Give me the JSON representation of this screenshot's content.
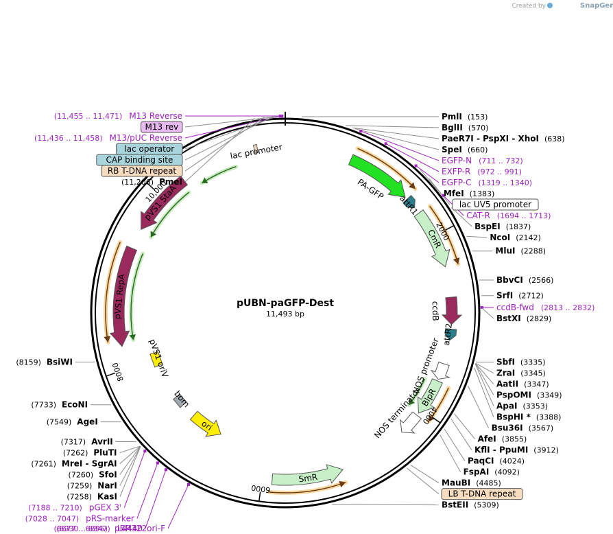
{
  "credit": {
    "prefix": "Created by",
    "brand": "SnapGene"
  },
  "plasmid": {
    "name": "pUBN-paGFP-Dest",
    "size": "11,493 bp"
  },
  "ticks": [
    {
      "label": "2000",
      "pos": 2000
    },
    {
      "label": "4000",
      "pos": 4000
    },
    {
      "label": "6000",
      "pos": 6000
    },
    {
      "label": "8000",
      "pos": 8000
    },
    {
      "label": "10,000",
      "pos": 10000
    }
  ],
  "sites": [
    {
      "name": "PmlI",
      "pos_text": "(153)",
      "pos": 153,
      "side": "right"
    },
    {
      "name": "BglII",
      "pos_text": "(570)",
      "pos": 570,
      "side": "right"
    },
    {
      "name": "PaeR7I",
      "extra": " - PspXI - XhoI",
      "pos_text": "(638)",
      "pos": 638,
      "side": "right"
    },
    {
      "name": "SpeI",
      "pos_text": "(660)",
      "pos": 660,
      "side": "right"
    },
    {
      "name": "MfeI",
      "pos_text": "(1383)",
      "pos": 1383,
      "side": "right"
    },
    {
      "name": "BspEI",
      "pos_text": "(1837)",
      "pos": 1837,
      "side": "right"
    },
    {
      "name": "NcoI",
      "pos_text": "(2142)",
      "pos": 2142,
      "side": "right"
    },
    {
      "name": "MluI",
      "pos_text": "(2288)",
      "pos": 2288,
      "side": "right"
    },
    {
      "name": "BbvCI",
      "pos_text": "(2566)",
      "pos": 2566,
      "side": "right"
    },
    {
      "name": "SrfI",
      "pos_text": "(2712)",
      "pos": 2712,
      "side": "right"
    },
    {
      "name": "BstXI",
      "pos_text": "(2829)",
      "pos": 2829,
      "side": "right"
    },
    {
      "name": "SbfI",
      "pos_text": "(3335)",
      "pos": 3335,
      "side": "right"
    },
    {
      "name": "ZraI",
      "pos_text": "(3345)",
      "pos": 3345,
      "side": "right"
    },
    {
      "name": "AatII",
      "pos_text": "(3347)",
      "pos": 3347,
      "side": "right"
    },
    {
      "name": "PspOMI",
      "pos_text": "(3349)",
      "pos": 3349,
      "side": "right"
    },
    {
      "name": "ApaI",
      "pos_text": "(3353)",
      "pos": 3353,
      "side": "right"
    },
    {
      "name": "BspHI *",
      "pos_text": "(3388)",
      "pos": 3388,
      "side": "right"
    },
    {
      "name": "Bsu36I",
      "pos_text": "(3567)",
      "pos": 3567,
      "side": "right"
    },
    {
      "name": "AfeI",
      "pos_text": "(3855)",
      "pos": 3855,
      "side": "right"
    },
    {
      "name": "KflI - PpuMI",
      "pos_text": "(3912)",
      "pos": 3912,
      "side": "right"
    },
    {
      "name": "PaqCI",
      "pos_text": "(4024)",
      "pos": 4024,
      "side": "right"
    },
    {
      "name": "FspAI",
      "pos_text": "(4092)",
      "pos": 4092,
      "side": "right"
    },
    {
      "name": "MauBI",
      "pos_text": "(4485)",
      "pos": 4485,
      "side": "right"
    },
    {
      "name": "BstEII",
      "pos_text": "(5309)",
      "pos": 5309,
      "side": "right"
    },
    {
      "name": "KasI",
      "pos_text": "(7258)",
      "pos": 7258,
      "side": "left"
    },
    {
      "name": "NarI",
      "pos_text": "(7259)",
      "pos": 7259,
      "side": "left"
    },
    {
      "name": "SfoI",
      "pos_text": "(7260)",
      "pos": 7260,
      "side": "left"
    },
    {
      "name": "MreI - SgrAI",
      "pos_text": "(7261)",
      "pos": 7261,
      "side": "left"
    },
    {
      "name": "PluTI",
      "pos_text": "(7262)",
      "pos": 7262,
      "side": "left"
    },
    {
      "name": "AvrII",
      "pos_text": "(7317)",
      "pos": 7317,
      "side": "left"
    },
    {
      "name": "AgeI",
      "pos_text": "(7549)",
      "pos": 7549,
      "side": "left"
    },
    {
      "name": "EcoNI",
      "pos_text": "(7733)",
      "pos": 7733,
      "side": "left"
    },
    {
      "name": "BsiWI",
      "pos_text": "(8159)",
      "pos": 8159,
      "side": "left"
    },
    {
      "name": "PmeI",
      "pos_text": "(11,206)",
      "pos": 11206,
      "side": "left"
    }
  ],
  "primers": [
    {
      "name": "EGFP-N",
      "range": "(711 .. 732)",
      "pos": 721,
      "side": "right"
    },
    {
      "name": "EXFP-R",
      "range": "(972 .. 991)",
      "pos": 981,
      "side": "right"
    },
    {
      "name": "EGFP-C",
      "range": "(1319 .. 1340)",
      "pos": 1329,
      "side": "right"
    },
    {
      "name": "CAT-R",
      "range": "(1694 .. 1713)",
      "pos": 1703,
      "side": "right"
    },
    {
      "name": "ccdB-fwd",
      "range": "(2813 .. 2832)",
      "pos": 2822,
      "side": "right"
    },
    {
      "name": "pGEX 3'",
      "range": "(7188 .. 7210)",
      "pos": 7199,
      "side": "left"
    },
    {
      "name": "pRS-marker",
      "range": "(7028 .. 7047)",
      "pos": 7037,
      "side": "left"
    },
    {
      "name": "L4440",
      "range": "(6930 .. 6947)",
      "pos": 6938,
      "side": "left"
    },
    {
      "name": "pBR322ori-F",
      "range": "(6677 .. 6696)",
      "pos": 6686,
      "side": "left"
    },
    {
      "name": "M13/pUC Reverse",
      "range": "(11,436 .. 11,458)",
      "pos": 11447,
      "side": "left"
    },
    {
      "name": "M13 Reverse",
      "range": "(11,455 .. 11,471)",
      "pos": 11463,
      "side": "left"
    }
  ],
  "boxed_labels": [
    {
      "text": "M13 rev",
      "fill": "#e8b8f0",
      "pos": 11463
    },
    {
      "text": "lac operator",
      "fill": "#a8d4dc",
      "pos": 11420
    },
    {
      "text": "CAP binding site",
      "fill": "#a8d4dc",
      "pos": 11380
    },
    {
      "text": "RB T-DNA repeat",
      "fill": "#f8dcc0",
      "pos": 11300
    },
    {
      "text": "lac UV5 promoter",
      "fill": "#ffffff",
      "pos": 1500
    },
    {
      "text": "LB T-DNA repeat",
      "fill": "#f8dcc0",
      "pos": 4530
    }
  ],
  "features": [
    {
      "name": "PA-GFP",
      "kind": "arrow",
      "start": 740,
      "end": 1470,
      "dir": 1,
      "color": "#22e022",
      "ring": "inner1",
      "label_dx": 0
    },
    {
      "name": "attR1",
      "kind": "site",
      "start": 1500,
      "end": 1625,
      "color": "#2a7f8c",
      "ring": "inner1"
    },
    {
      "name": "CmR",
      "kind": "arrow",
      "start": 1700,
      "end": 2360,
      "dir": 1,
      "color": "#c8f0c8",
      "ring": "inner1"
    },
    {
      "name": "ccdB",
      "kind": "arrow",
      "start": 2700,
      "end": 3000,
      "dir": 1,
      "color": "#9a2a5c",
      "ring": "inner1"
    },
    {
      "name": "attR2",
      "kind": "site",
      "start": 3050,
      "end": 3175,
      "color": "#2a7f8c",
      "ring": "inner1"
    },
    {
      "name": "NOS promoter",
      "kind": "arrow",
      "start": 3440,
      "end": 3620,
      "dir": 1,
      "color": "#ffffff",
      "ring": "inner1"
    },
    {
      "name": "BlpR",
      "kind": "arrow",
      "start": 3640,
      "end": 4050,
      "dir": 1,
      "color": "#c8f0c8",
      "ring": "inner1"
    },
    {
      "name": "NOS terminator",
      "kind": "arrow",
      "start": 4080,
      "end": 4330,
      "dir": 1,
      "color": "#ffffff",
      "ring": "inner1"
    },
    {
      "name": "SmR",
      "kind": "arrow",
      "start": 5100,
      "end": 5890,
      "dir": -1,
      "color": "#c8f0c8",
      "ring": "inner1"
    },
    {
      "name": "ori",
      "kind": "arrow",
      "start": 6640,
      "end": 7080,
      "dir": -1,
      "color": "#ffee00",
      "ring": "inner2"
    },
    {
      "name": "bom",
      "kind": "box",
      "start": 7280,
      "end": 7420,
      "color": "#a0a8b0",
      "ring": "inner2"
    },
    {
      "name": "pVS1 oriV",
      "kind": "box",
      "start": 7900,
      "end": 8080,
      "color": "#ffee00",
      "ring": "inner2"
    },
    {
      "name": "pVS1 RepA",
      "kind": "arrow",
      "start": 8250,
      "end": 9350,
      "dir": -1,
      "color": "#9a2a5c",
      "ring": "inner1"
    },
    {
      "name": "pVS1 StaA",
      "kind": "arrow",
      "start": 9580,
      "end": 10300,
      "dir": -1,
      "color": "#9a2a5c",
      "ring": "inner1"
    },
    {
      "name": "lac promoter",
      "kind": "box",
      "start": 11150,
      "end": 11185,
      "color": "#f8dcc0",
      "ring": "inner1"
    }
  ],
  "orfs": [
    {
      "start": 760,
      "end": 1480,
      "dir": 1,
      "color": "#f0a030"
    },
    {
      "start": 1710,
      "end": 2370,
      "dir": 1,
      "color": "#f0a030"
    },
    {
      "start": 3660,
      "end": 4060,
      "dir": 1,
      "color": "#f0a030"
    },
    {
      "start": 5120,
      "end": 5910,
      "dir": -1,
      "color": "#f0a030"
    },
    {
      "start": 8320,
      "end": 9360,
      "dir": -1,
      "color": "#f0a030"
    },
    {
      "start": 3680,
      "end": 4040,
      "dir": 1,
      "color": "#40b040",
      "inner": true
    },
    {
      "start": 8300,
      "end": 9340,
      "dir": -1,
      "color": "#40b040",
      "inner": true
    },
    {
      "start": 9560,
      "end": 10260,
      "dir": -1,
      "color": "#40b040",
      "inner": true
    },
    {
      "start": 10450,
      "end": 10900,
      "dir": -1,
      "color": "#40b040",
      "inner": true
    }
  ]
}
